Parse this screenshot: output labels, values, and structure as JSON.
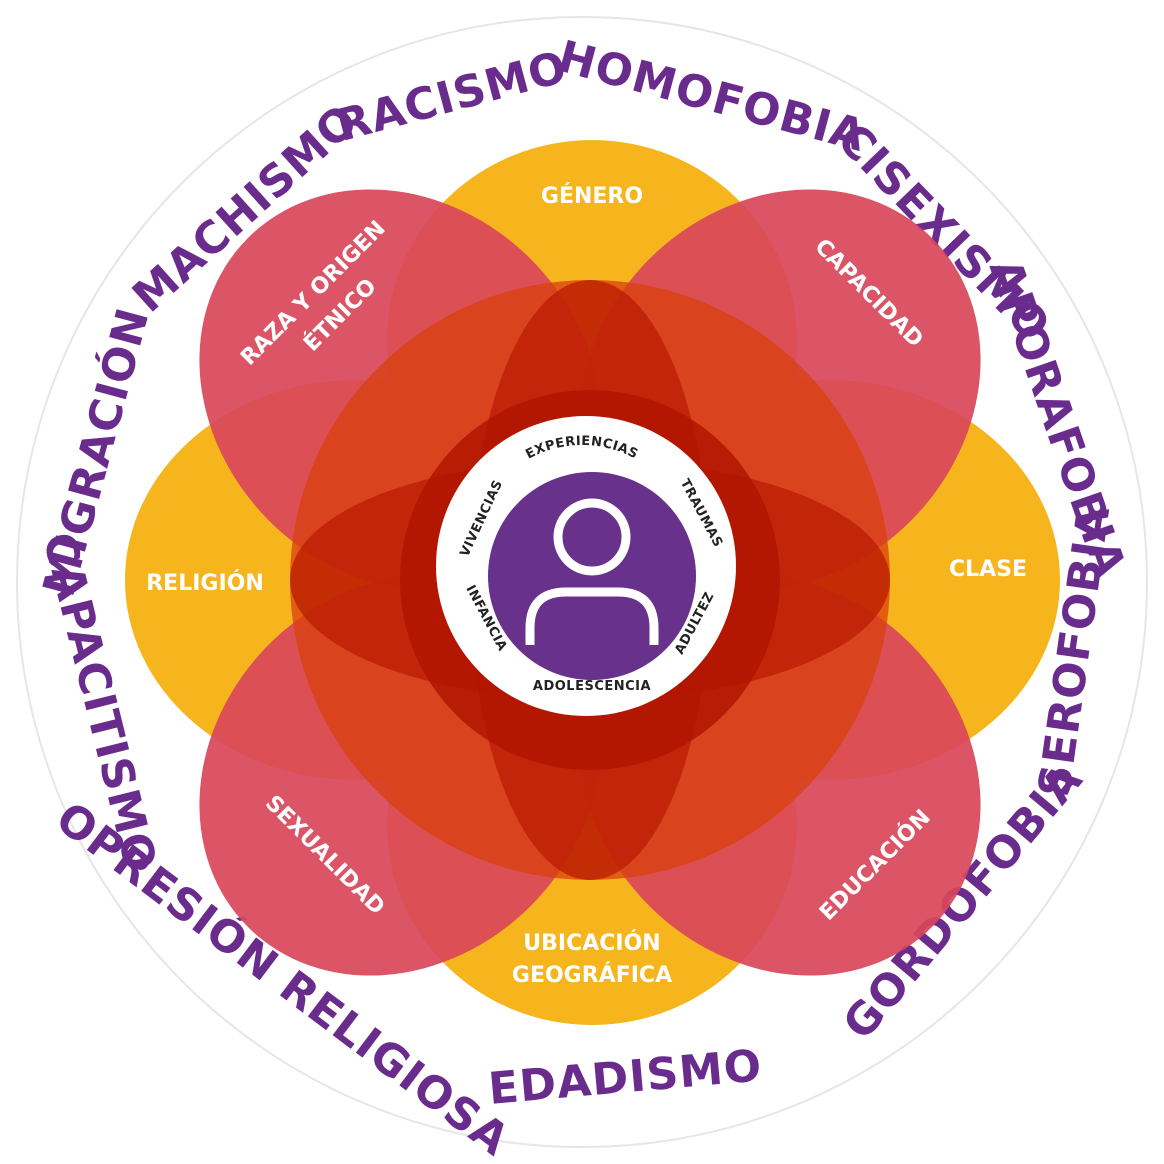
{
  "colors": {
    "outer_text": "#6a2c8c",
    "yellow_petal": "#f6b51c",
    "red_petal": "#d8465a",
    "overlap": "#d8400e",
    "center_core": "#b01500",
    "person": "#68318c"
  },
  "oppressions": [
    "HOMOFOBIA",
    "CISEXISMO",
    "APORAFOBIA",
    "SEROFOBIA",
    "GORDOFOBIA",
    "EDADISMO",
    "OPRESIÓN RELIGIOSA",
    "CAPACITISMO",
    "MIGRACIÓN",
    "MACHISMO",
    "RACISMO"
  ],
  "identities": {
    "genero": "GÉNERO",
    "capacidad": "CAPACIDAD",
    "clase": "CLASE",
    "educacion": "EDUCACIÓN",
    "ubicacion_1": "UBICACIÓN",
    "ubicacion_2": "GEOGRÁFICA",
    "sexualidad": "SEXUALIDAD",
    "religion": "RELIGIÓN",
    "raza_1": "RAZA Y ORIGEN",
    "raza_2": "ÉTNICO"
  },
  "center_ring": {
    "top": "EXPERIENCIAS",
    "right_top": "TRAUMAS",
    "right_bottom": "ADULTEZ",
    "bottom": "ADOLESCENCIA",
    "left_bottom": "INFANCIA",
    "left_top": "VIVENCIAS"
  },
  "center_icon": "person-icon"
}
